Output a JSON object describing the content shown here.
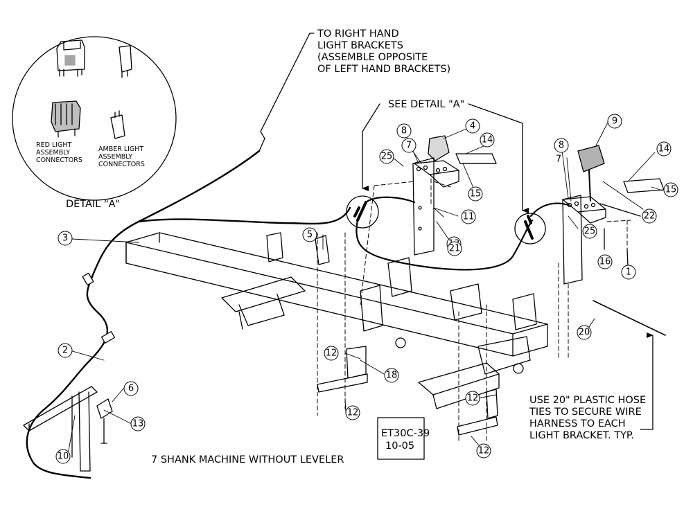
{
  "notes": {
    "right_hand": [
      "TO RIGHT HAND",
      "LIGHT BRACKETS",
      "(ASSEMBLE OPPOSITE",
      "OF LEFT HAND BRACKETS)"
    ],
    "see_detail": "SEE DETAIL \"A\"",
    "detail_title": "DETAIL \"A\"",
    "red_connectors": [
      "RED LIGHT",
      "ASSEMBLY",
      "CONNECTORS"
    ],
    "amber_connectors": [
      "AMBER LIGHT",
      "ASSEMBLY",
      "CONNECTORS"
    ],
    "hose_ties": [
      "USE 20\" PLASTIC HOSE",
      "TIES TO SECURE WIRE",
      "HARNESS TO EACH",
      "LIGHT BRACKET.  TYP."
    ],
    "machine": "7 SHANK MACHINE WITHOUT LEVELER"
  },
  "drawing_id": [
    "ET30C-39",
    "10-05"
  ],
  "balloons": [
    "1",
    "2",
    "3",
    "4",
    "5",
    "6",
    "7",
    "8",
    "9",
    "10",
    "11",
    "12",
    "13",
    "14",
    "15",
    "16",
    "18",
    "20",
    "21",
    "22",
    "25"
  ]
}
